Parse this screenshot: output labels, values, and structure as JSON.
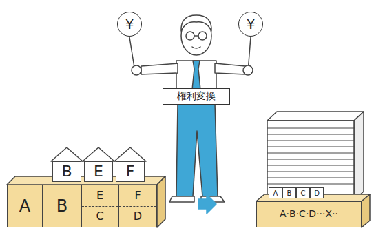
{
  "diagram": {
    "nodes": [
      {
        "text": [
          "¥"
        ]
      },
      {
        "text": [
          "¥"
        ]
      },
      {
        "text": [
          "権利変換"
        ]
      },
      {
        "text": [
          "B"
        ]
      },
      {
        "text": [
          "E"
        ]
      },
      {
        "text": [
          "F"
        ]
      },
      {
        "text": [
          "A"
        ]
      },
      {
        "text": [
          "B"
        ]
      },
      {
        "text": [
          "E",
          "C"
        ]
      },
      {
        "text": [
          "F",
          "D"
        ]
      },
      {
        "text": [
          "A"
        ]
      },
      {
        "text": [
          "B"
        ]
      },
      {
        "text": [
          "C"
        ]
      },
      {
        "text": [
          "D"
        ]
      },
      {
        "text": [
          "A·B·C·D···X··"
        ]
      }
    ]
  }
}
